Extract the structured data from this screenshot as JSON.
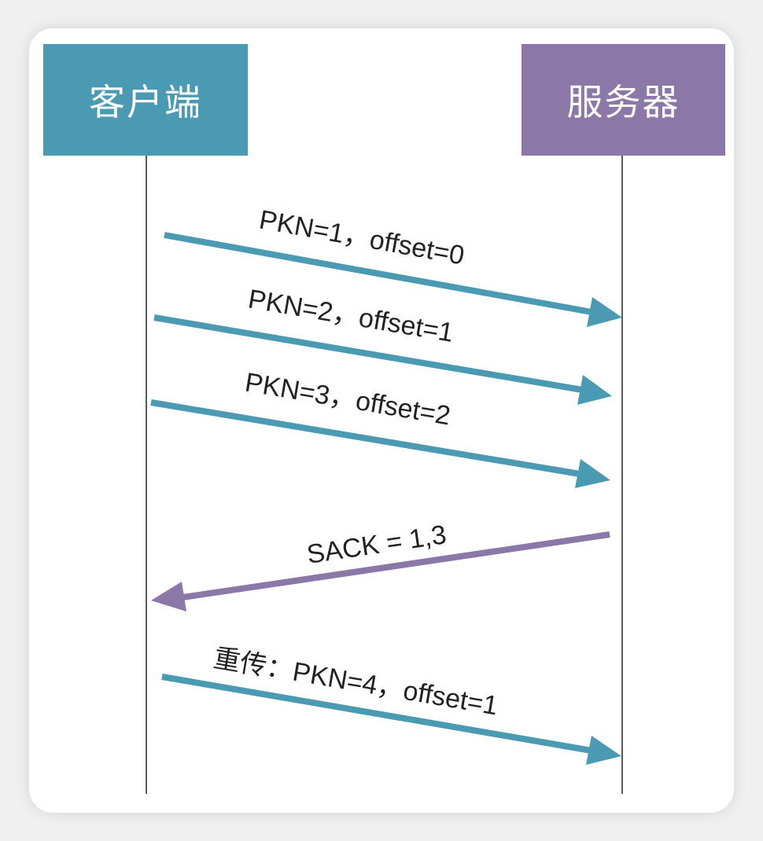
{
  "participants": {
    "client": {
      "label": "客户端",
      "color": "#4a9ab4"
    },
    "server": {
      "label": "服务器",
      "color": "#8b77a8"
    }
  },
  "messages": [
    {
      "label": "PKN=1，offset=0",
      "direction": "client-to-server",
      "color": "#4a9ab4"
    },
    {
      "label": "PKN=2，offset=1",
      "direction": "client-to-server",
      "color": "#4a9ab4"
    },
    {
      "label": "PKN=3，offset=2",
      "direction": "client-to-server",
      "color": "#4a9ab4"
    },
    {
      "label": "SACK = 1,3",
      "direction": "server-to-client",
      "color": "#8b77a8"
    },
    {
      "label": "重传：PKN=4，offset=1",
      "direction": "client-to-server",
      "color": "#4a9ab4"
    }
  ]
}
